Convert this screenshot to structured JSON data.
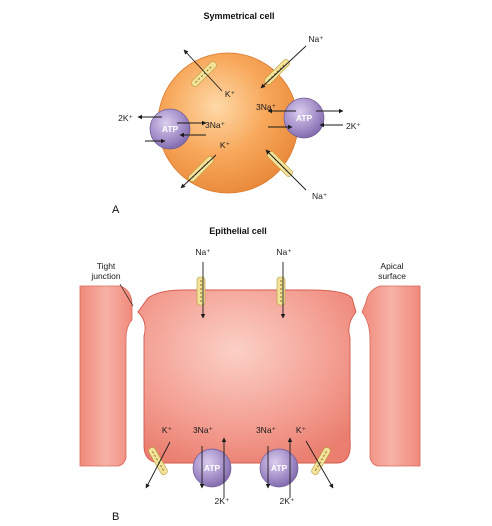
{
  "panel_a": {
    "title": "Symmetrical cell",
    "letter": "A",
    "na_top": "Na⁺",
    "k_top": "K⁺",
    "k_left_out": "2K⁺",
    "atp_left": "ATP",
    "na_left_in": "3Na⁺",
    "na_right_in": "3Na⁺",
    "atp_right": "ATP",
    "k_right_out": "2K⁺",
    "k_lower": "K⁺",
    "na_bottom": "Na⁺"
  },
  "panel_b": {
    "title": "Epithelial cell",
    "letter": "B",
    "na_apical_1": "Na⁺",
    "na_apical_2": "Na⁺",
    "tight_junction_line1": "Tight",
    "tight_junction_line2": "junction",
    "apical_line1": "Apical",
    "apical_line2": "surface",
    "k_left": "K⁺",
    "na_pump_1": "3Na⁺",
    "na_pump_2": "3Na⁺",
    "k_right": "K⁺",
    "atp_1": "ATP",
    "atp_2": "ATP",
    "k_pump_1": "2K⁺",
    "k_pump_2": "2K⁺"
  },
  "colors": {
    "cell_orange": "#f7a75a",
    "epithelial_pink": "#f08a7c",
    "atp_purple": "#a58fc9",
    "channel_yellow": "#f3e29a"
  }
}
